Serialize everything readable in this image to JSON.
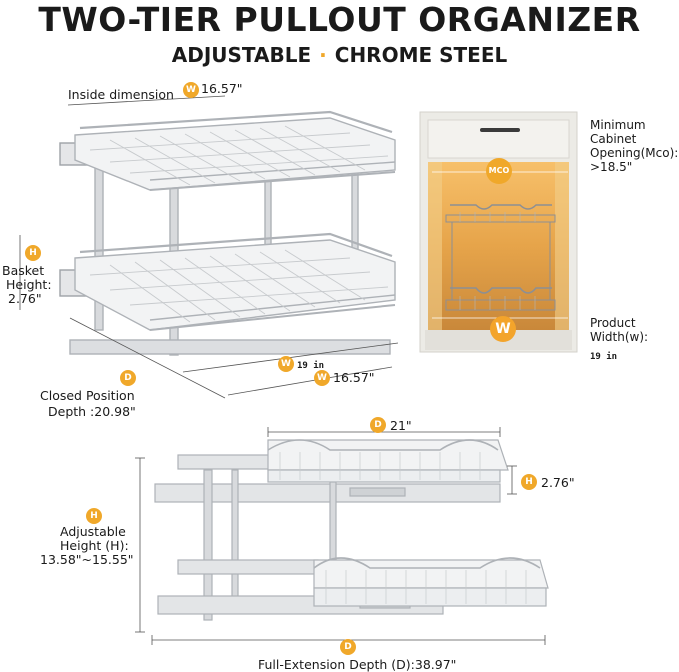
{
  "header": {
    "title": "TWO-TIER PULLOUT ORGANIZER",
    "subtitle_left": "ADJUSTABLE",
    "subtitle_sep": "·",
    "subtitle_right": "CHROME STEEL"
  },
  "top_diagram": {
    "inside_dimension_label": "Inside dimension",
    "inside_dimension_badge": "W",
    "inside_dimension_value": "16.57\"",
    "basket_height_badge": "H",
    "basket_height_label_1": "Basket",
    "basket_height_label_2": "Height:",
    "basket_height_value": "2.76\"",
    "width_badge_1": "W",
    "width_value_1": "19 in",
    "width_badge_2": "W",
    "width_value_2": "16.57\"",
    "depth_badge": "D",
    "closed_depth_label": "Closed Position",
    "closed_depth_value": "Depth :20.98\""
  },
  "cabinet": {
    "mco_badge": "MCO",
    "mco_label_1": "Minimum",
    "mco_label_2": "Cabinet",
    "mco_label_3": "Opening(Mco):",
    "mco_value": ">18.5\"",
    "width_badge": "W",
    "product_width_label_1": "Product",
    "product_width_label_2": "Width(w):",
    "product_width_value": "19 in"
  },
  "bottom_diagram": {
    "depth_badge_top": "D",
    "depth_value_top": "21\"",
    "height_badge": "H",
    "height_value": "2.76\"",
    "adjustable_badge": "H",
    "adjustable_label_1": "Adjustable",
    "adjustable_label_2": "Height (H):",
    "adjustable_value": "13.58\"~15.55\"",
    "full_depth_badge": "D",
    "full_depth_value": "Full-Extension Depth (D):38.97\""
  },
  "colors": {
    "accent": "#f0a82a",
    "chrome": "#b9bcc0",
    "chrome_dark": "#7d8187",
    "cabinet": "#ecebe6",
    "cabinet_glow": "#f0c77a"
  }
}
